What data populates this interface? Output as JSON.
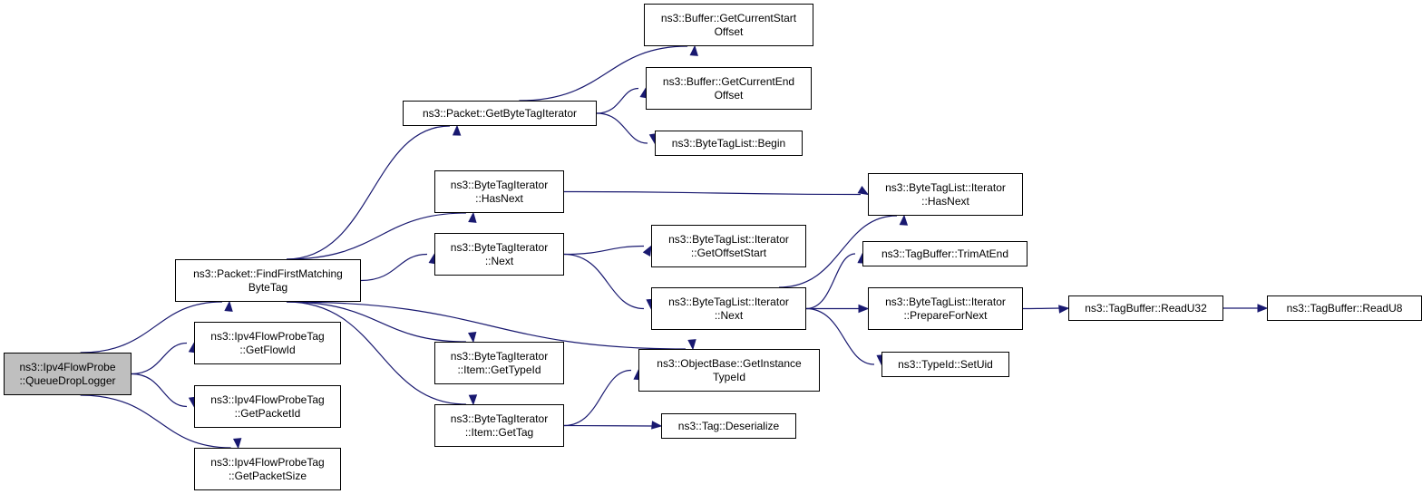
{
  "diagram": {
    "type": "call-graph",
    "edge_color": "#191970",
    "root_fill": "#bfbfbf",
    "nodes": [
      {
        "id": "root",
        "lines": [
          "ns3::Ipv4FlowProbe",
          "::QueueDropLogger"
        ],
        "root": true
      },
      {
        "id": "findfirst",
        "lines": [
          "ns3::Packet::FindFirstMatching",
          "ByteTag"
        ]
      },
      {
        "id": "getflowid",
        "lines": [
          "ns3::Ipv4FlowProbeTag",
          "::GetFlowId"
        ]
      },
      {
        "id": "getpacketid",
        "lines": [
          "ns3::Ipv4FlowProbeTag",
          "::GetPacketId"
        ]
      },
      {
        "id": "getpacketsize",
        "lines": [
          "ns3::Ipv4FlowProbeTag",
          "::GetPacketSize"
        ]
      },
      {
        "id": "getbytetagiter",
        "lines": [
          "ns3::Packet::GetByteTagIterator"
        ]
      },
      {
        "id": "bti_hasnext",
        "lines": [
          "ns3::ByteTagIterator",
          "::HasNext"
        ]
      },
      {
        "id": "bti_next",
        "lines": [
          "ns3::ByteTagIterator",
          "::Next"
        ]
      },
      {
        "id": "bti_gettypeid",
        "lines": [
          "ns3::ByteTagIterator",
          "::Item::GetTypeId"
        ]
      },
      {
        "id": "bti_gettag",
        "lines": [
          "ns3::ByteTagIterator",
          "::Item::GetTag"
        ]
      },
      {
        "id": "buf_start",
        "lines": [
          "ns3::Buffer::GetCurrentStart",
          "Offset"
        ]
      },
      {
        "id": "buf_end",
        "lines": [
          "ns3::Buffer::GetCurrentEnd",
          "Offset"
        ]
      },
      {
        "id": "btl_begin",
        "lines": [
          "ns3::ByteTagList::Begin"
        ]
      },
      {
        "id": "btli_getoffset",
        "lines": [
          "ns3::ByteTagList::Iterator",
          "::GetOffsetStart"
        ]
      },
      {
        "id": "btli_next",
        "lines": [
          "ns3::ByteTagList::Iterator",
          "::Next"
        ]
      },
      {
        "id": "ob_gettypeid",
        "lines": [
          "ns3::ObjectBase::GetInstance",
          "TypeId"
        ]
      },
      {
        "id": "tag_deser",
        "lines": [
          "ns3::Tag::Deserialize"
        ]
      },
      {
        "id": "btli_hasnext",
        "lines": [
          "ns3::ByteTagList::Iterator",
          "::HasNext"
        ]
      },
      {
        "id": "tb_trim",
        "lines": [
          "ns3::TagBuffer::TrimAtEnd"
        ]
      },
      {
        "id": "btli_prepare",
        "lines": [
          "ns3::ByteTagList::Iterator",
          "::PrepareForNext"
        ]
      },
      {
        "id": "typeid_setuid",
        "lines": [
          "ns3::TypeId::SetUid"
        ]
      },
      {
        "id": "tb_readu32",
        "lines": [
          "ns3::TagBuffer::ReadU32"
        ]
      },
      {
        "id": "tb_readu8",
        "lines": [
          "ns3::TagBuffer::ReadU8"
        ]
      }
    ],
    "edges": [
      [
        "root",
        "findfirst"
      ],
      [
        "root",
        "getflowid"
      ],
      [
        "root",
        "getpacketid"
      ],
      [
        "root",
        "getpacketsize"
      ],
      [
        "findfirst",
        "getbytetagiter"
      ],
      [
        "findfirst",
        "bti_hasnext"
      ],
      [
        "findfirst",
        "bti_next"
      ],
      [
        "findfirst",
        "ob_gettypeid"
      ],
      [
        "findfirst",
        "bti_gettypeid"
      ],
      [
        "findfirst",
        "bti_gettag"
      ],
      [
        "getbytetagiter",
        "buf_start"
      ],
      [
        "getbytetagiter",
        "buf_end"
      ],
      [
        "getbytetagiter",
        "btl_begin"
      ],
      [
        "bti_hasnext",
        "btli_hasnext"
      ],
      [
        "bti_next",
        "btli_getoffset"
      ],
      [
        "bti_next",
        "btli_next"
      ],
      [
        "btli_next",
        "btli_hasnext"
      ],
      [
        "btli_next",
        "tb_trim"
      ],
      [
        "btli_next",
        "btli_prepare"
      ],
      [
        "btli_next",
        "typeid_setuid"
      ],
      [
        "bti_gettag",
        "ob_gettypeid"
      ],
      [
        "bti_gettag",
        "tag_deser"
      ],
      [
        "btli_prepare",
        "tb_readu32"
      ],
      [
        "tb_readu32",
        "tb_readu8"
      ]
    ]
  }
}
